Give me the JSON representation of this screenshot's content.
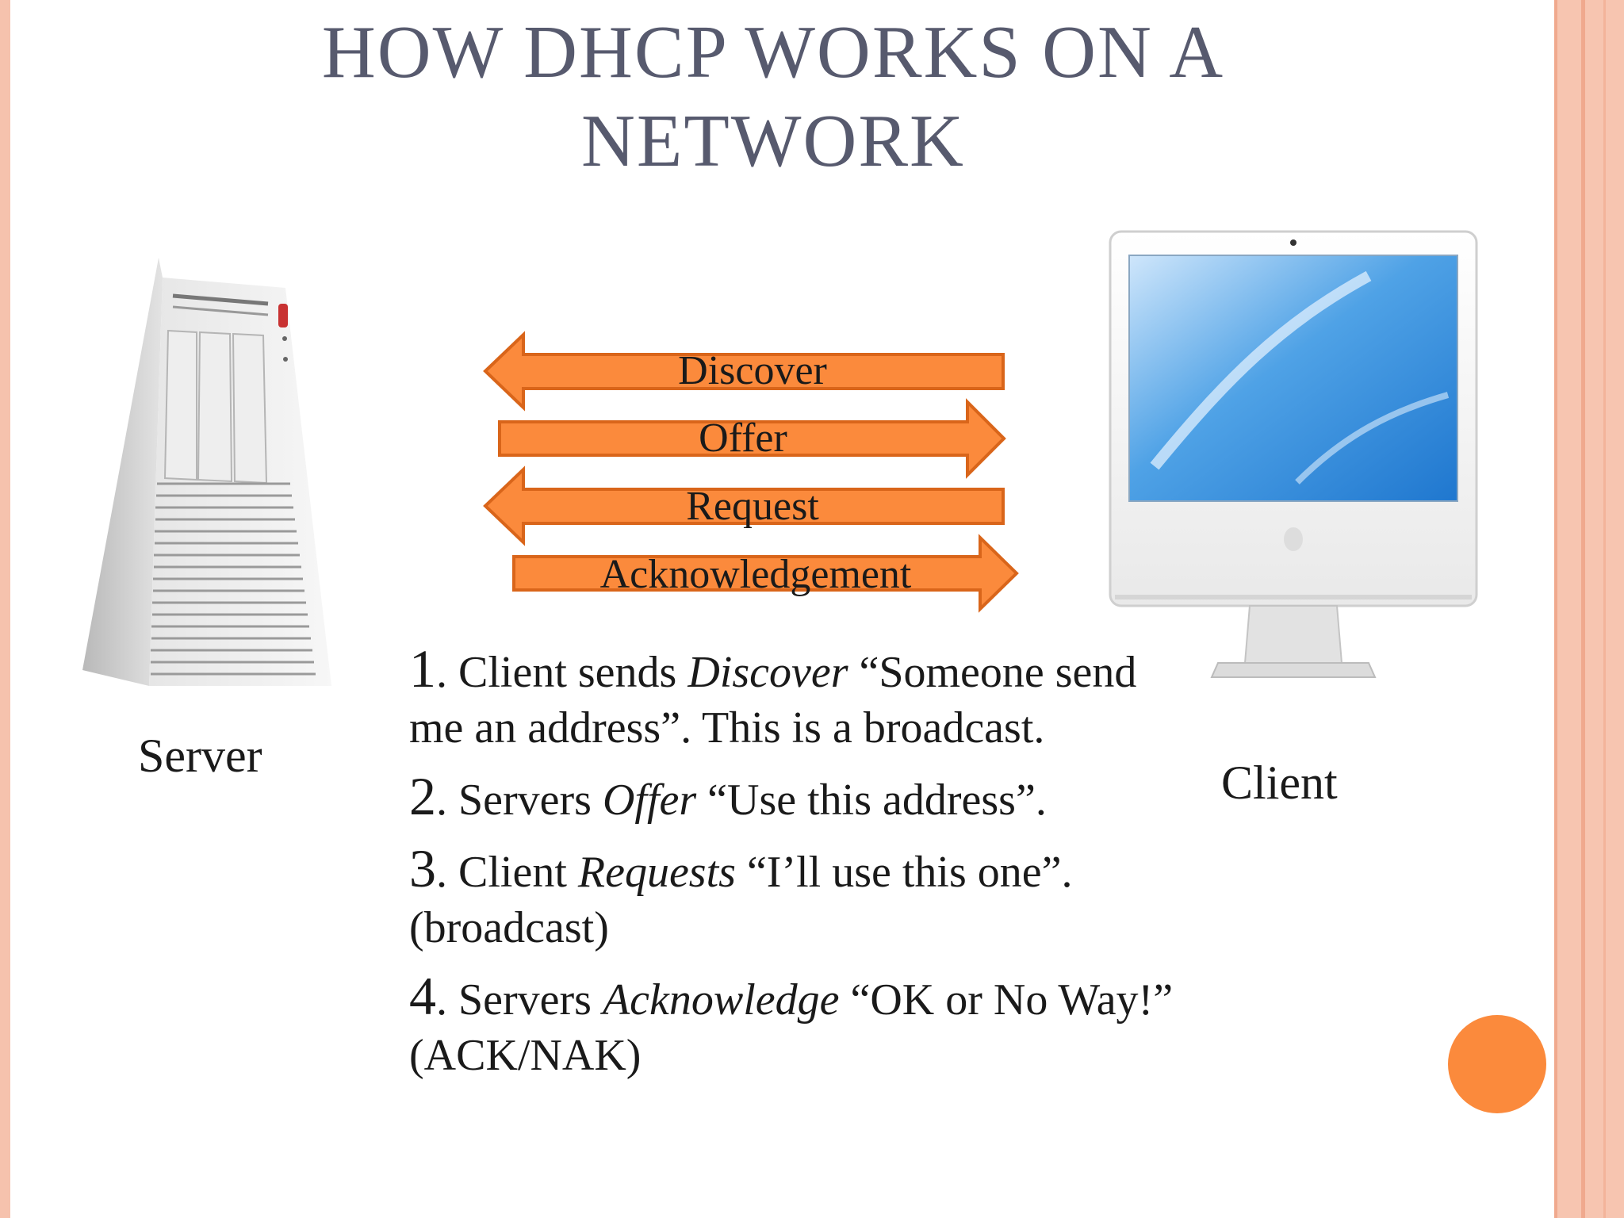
{
  "slide": {
    "title_line1": "HOW DHCP WORKS ON A",
    "title_line2": "NETWORK"
  },
  "devices": {
    "server_label": "Server",
    "client_label": "Client"
  },
  "arrows": [
    {
      "label": "Discover",
      "direction": "toward-server"
    },
    {
      "label": "Offer",
      "direction": "toward-client"
    },
    {
      "label": "Request",
      "direction": "toward-server"
    },
    {
      "label": "Acknowledgement",
      "direction": "toward-client"
    }
  ],
  "steps": [
    {
      "num": "1",
      "pre": ". Client sends ",
      "verb": "Discover",
      "post": " “Someone send me an address”.  This is a broadcast."
    },
    {
      "num": "2",
      "pre": ". Servers ",
      "verb": "Offer",
      "post": " “Use this address”."
    },
    {
      "num": "3",
      "pre": ". Client ",
      "verb": "Requests",
      "post": " “I’ll use this one”. (broadcast)"
    },
    {
      "num": "4",
      "pre": ". Servers ",
      "verb": "Acknowledge",
      "post": " “OK or No Way!” (ACK/NAK)"
    }
  ],
  "colors": {
    "arrow_fill": "#fb8a3c",
    "arrow_stroke": "#d9651a",
    "title": "#575a6e",
    "frame": "#f6c2ad",
    "accent_dot": "#fb8a3c"
  },
  "icons": {
    "server": "server-tower-icon",
    "client": "desktop-computer-icon"
  }
}
